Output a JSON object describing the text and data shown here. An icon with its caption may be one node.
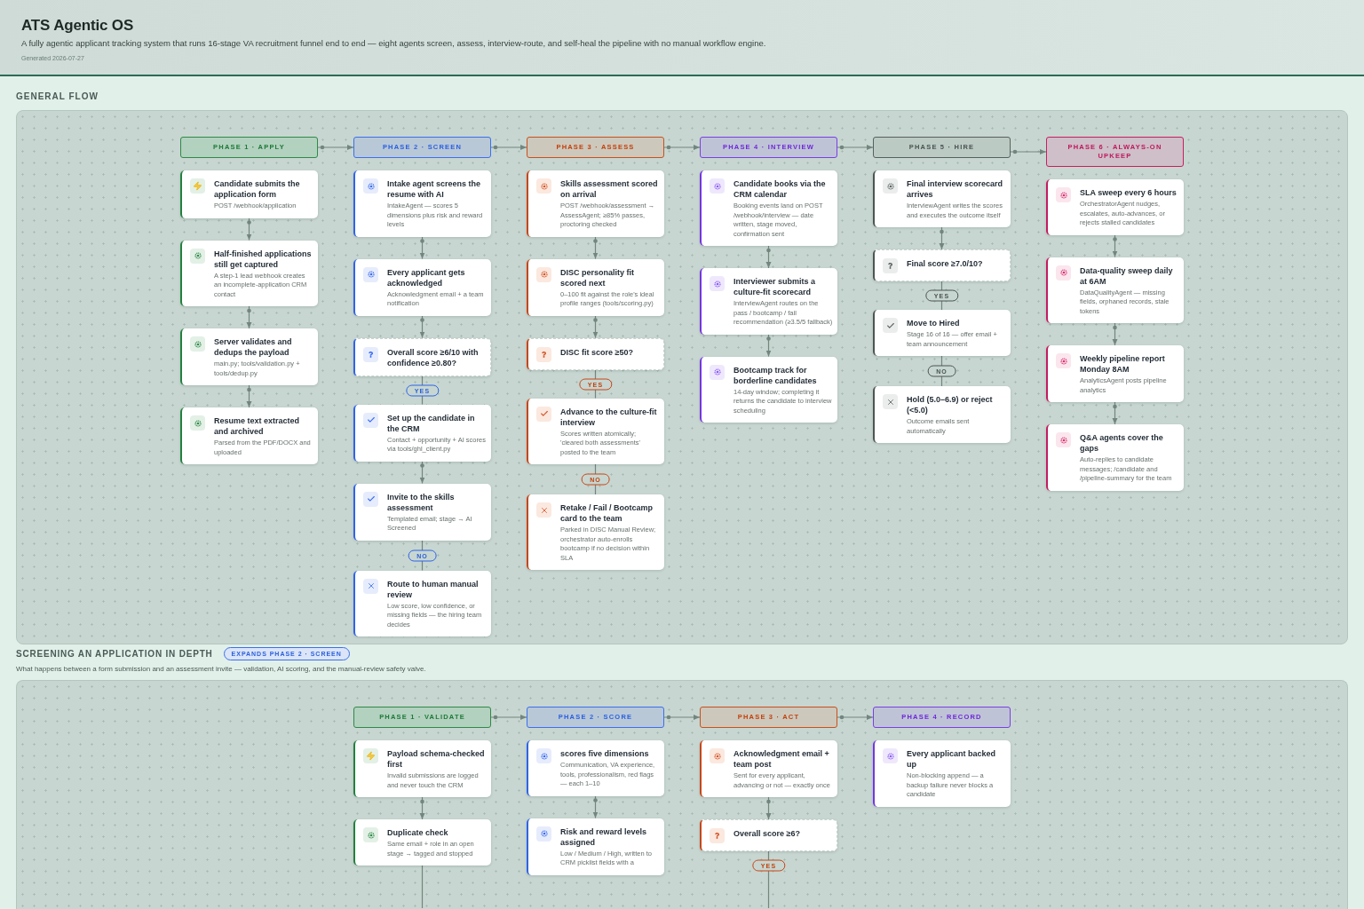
{
  "diagram": {
    "title": "ATS Agentic OS",
    "nodes": [
      {
        "text": [],
        "shape": "box"
      },
      {
        "text": [
          "PHASE 1 · APPLY"
        ],
        "in": 0
      },
      {
        "text": [
          "Candidate submits the application form",
          "POST /webhook/application"
        ],
        "in": 0
      },
      {
        "text": [
          "Half-finished applications still get captured",
          "A step-1 lead webhook creates an incomplete-application CRM contact"
        ],
        "in": 0
      },
      {
        "text": [
          "Server validates and dedups the payload",
          "main.py; tools/validation.py + tools/dedup.py"
        ],
        "in": 0
      },
      {
        "text": [
          "Resume text extracted and archived",
          "Parsed from the PDF/DOCX and uploaded"
        ],
        "in": 0
      },
      {
        "text": [
          "PHASE 2 · SCREEN"
        ],
        "in": 0
      },
      {
        "text": [
          "Intake agent screens the resume with AI",
          "IntakeAgent — scores 5 dimensions plus risk and reward levels"
        ],
        "in": 0
      },
      {
        "text": [
          "Every applicant gets acknowledged",
          "Acknowledgment email + a team notification"
        ],
        "in": 0
      },
      {
        "text": [
          "Overall score ≥6/10 with confidence ≥0.80?"
        ],
        "in": 0
      },
      {
        "text": [
          "Set up the candidate in the CRM",
          "Contact + opportunity + AI scores via tools/ghl_client.py"
        ],
        "in": 0
      },
      {
        "text": [
          "Invite to the skills assessment",
          "Templated email; stage → AI Screened"
        ],
        "in": 0
      },
      {
        "text": [
          "Route to human manual review",
          "Low score, low confidence, or missing fields — the hiring team decides"
        ],
        "in": 0
      },
      {
        "text": [
          "PHASE 3 · ASSESS"
        ],
        "in": 0
      },
      {
        "text": [
          "Skills assessment scored on arrival",
          "POST /webhook/assessment → AssessAgent; ≥85% passes, proctoring checked"
        ],
        "in": 0
      },
      {
        "text": [
          "DISC personality fit scored next",
          "0–100 fit against the role's ideal profile ranges (tools/scoring.py)"
        ],
        "in": 0
      },
      {
        "text": [
          "DISC fit score ≥50?"
        ],
        "in": 0
      },
      {
        "text": [
          "Advance to the culture-fit interview",
          "Scores written atomically; 'cleared both assessments' posted to the team"
        ],
        "in": 0
      },
      {
        "text": [
          "Retake / Fail / Bootcamp card to the team",
          "Parked in DISC Manual Review; orchestrator auto-enrolls bootcamp if no decision within SLA"
        ],
        "in": 0
      },
      {
        "text": [
          "PHASE 4 · INTERVIEW"
        ],
        "in": 0
      },
      {
        "text": [
          "Candidate books via the CRM calendar",
          "Booking events land on POST /webhook/interview — date written, stage moved, confirmation sent"
        ],
        "in": 0
      },
      {
        "text": [
          "Interviewer submits a culture-fit scorecard",
          "InterviewAgent routes on the pass / bootcamp / fail recommendation (≥3.5/5 fallback)"
        ],
        "in": 0
      },
      {
        "text": [
          "Bootcamp track for borderline candidates",
          "14-day window; completing it returns the candidate to interview scheduling"
        ],
        "in": 0
      },
      {
        "text": [
          "PHASE 5 · HIRE"
        ],
        "in": 0
      },
      {
        "text": [
          "Final interview scorecard arrives",
          "InterviewAgent writes the scores and executes the outcome itself"
        ],
        "in": 0
      },
      {
        "text": [
          "Final score ≥7.0/10?"
        ],
        "in": 0
      },
      {
        "text": [
          "Move to Hired",
          "Stage 16 of 16 — offer email + team announcement"
        ],
        "in": 0
      },
      {
        "text": [
          "Hold (5.0–6.9) or reject (<5.0)",
          "Outcome emails sent automatically"
        ],
        "in": 0
      },
      {
        "text": [
          "PHASE 6 · ALWAYS-ON UPKEEP"
        ],
        "in": 0
      },
      {
        "text": [
          "SLA sweep every 6 hours",
          "OrchestratorAgent nudges, escalates, auto-advances, or rejects stalled candidates"
        ],
        "in": 0
      },
      {
        "text": [
          "Data-quality sweep daily at 6AM",
          "DataQualityAgent — missing fields, orphaned records, stale tokens"
        ],
        "in": 0
      },
      {
        "text": [
          "Weekly pipeline report Monday 8AM",
          "AnalyticsAgent posts pipeline analytics"
        ],
        "in": 0
      },
      {
        "text": [
          "Q&A agents cover the gaps",
          "Auto-replies to candidate messages; /candidate and /pipeline-summary for the team"
        ],
        "in": 0
      },
      {
        "text": [
          "EXPANDS PHASE 2 · SCREEN"
        ]
      },
      {
        "text": [],
        "shape": "box"
      },
      {
        "text": [
          "PHASE 1 · VALIDATE"
        ],
        "in": 34
      },
      {
        "text": [
          "Payload schema-checked first",
          "Invalid submissions are logged and never touch the CRM"
        ],
        "in": 34
      },
      {
        "text": [
          "Duplicate check",
          "Same email + role in an open stage → tagged and stopped"
        ],
        "in": 34
      },
      {
        "text": [
          "PHASE 2 · SCORE"
        ],
        "in": 34
      },
      {
        "text": [
          "scores five dimensions",
          "Communication, VA experience, tools, professionalism, red flags — each 1–10"
        ],
        "in": 34
      },
      {
        "text": [
          "Risk and reward levels assigned",
          "Low / Medium / High, written to CRM picklist fields with a"
        ],
        "in": 34
      },
      {
        "text": [
          "PHASE 3 · ACT"
        ],
        "in": 34
      },
      {
        "text": [
          "Acknowledgment email + team post",
          "Sent for every applicant, advancing or not — exactly once"
        ],
        "in": 34
      },
      {
        "text": [
          "Overall score ≥6?"
        ],
        "in": 34
      },
      {
        "text": [
          "PHASE 4 · RECORD"
        ],
        "in": 34
      },
      {
        "text": [
          "Every applicant backed up",
          "Non-blocking append — a backup failure never blocks a candidate"
        ],
        "in": 34
      }
    ],
    "edges": [
      {
        "from": 1,
        "to": 6,
        "arrow": "to"
      },
      {
        "from": 6,
        "to": 13,
        "arrow": "to"
      },
      {
        "from": 13,
        "to": 19,
        "arrow": "to"
      },
      {
        "from": 19,
        "to": 23,
        "arrow": "to"
      },
      {
        "from": 23,
        "to": 28,
        "arrow": "to"
      },
      {
        "from": 2,
        "to": 3,
        "arrow": "to"
      },
      {
        "from": 3,
        "to": 4,
        "arrow": "to"
      },
      {
        "from": 4,
        "to": 5,
        "arrow": "to"
      },
      {
        "from": 7,
        "to": 8,
        "arrow": "to"
      },
      {
        "from": 8,
        "to": 9,
        "arrow": "to"
      },
      {
        "from": 9,
        "to": 10,
        "arrow": "none",
        "label": "YES"
      },
      {
        "from": 10,
        "to": 11,
        "arrow": "to"
      },
      {
        "from": 11,
        "to": 12,
        "arrow": "none",
        "label": "NO"
      },
      {
        "from": 14,
        "to": 15,
        "arrow": "to"
      },
      {
        "from": 15,
        "to": 16,
        "arrow": "to"
      },
      {
        "from": 16,
        "to": 17,
        "arrow": "none",
        "label": "YES"
      },
      {
        "from": 17,
        "to": 18,
        "arrow": "none",
        "label": "NO"
      },
      {
        "from": 20,
        "to": 21,
        "arrow": "to"
      },
      {
        "from": 21,
        "to": 22,
        "arrow": "to"
      },
      {
        "from": 24,
        "to": 25,
        "arrow": "to"
      },
      {
        "from": 25,
        "to": 26,
        "arrow": "none",
        "label": "YES"
      },
      {
        "from": 26,
        "to": 27,
        "arrow": "none",
        "label": "NO"
      },
      {
        "from": 29,
        "to": 30,
        "arrow": "to"
      },
      {
        "from": 30,
        "to": 31,
        "arrow": "to"
      },
      {
        "from": 31,
        "to": 32,
        "arrow": "to"
      },
      {
        "from": 35,
        "to": 38,
        "arrow": "to"
      },
      {
        "from": 38,
        "to": 41,
        "arrow": "to"
      },
      {
        "from": 41,
        "to": 44,
        "arrow": "to"
      },
      {
        "from": 36,
        "to": 37,
        "arrow": "to"
      },
      {
        "from": 39,
        "to": 40,
        "arrow": "to"
      },
      {
        "from": 42,
        "to": 43,
        "arrow": "to"
      },
      {
        "from": 43,
        "to": null,
        "arrow": "none",
        "label": "YES"
      },
      {
        "from": 37,
        "to": null,
        "arrow": "none"
      }
    ],
    "labels": [
      "A fully agentic applicant tracking system that runs 16-stage VA recruitment funnel end to end — eight agents screen, assess, interview-route, and self-heal the pipeline with no manual workflow engine.",
      "Generated 2026-07-27",
      "GENERAL FLOW",
      "SCREENING AN APPLICATION IN DEPTH",
      "What happens between a form submission and an assessment invite — validation, AI scoring, and the manual-review safety valve."
    ]
  }
}
